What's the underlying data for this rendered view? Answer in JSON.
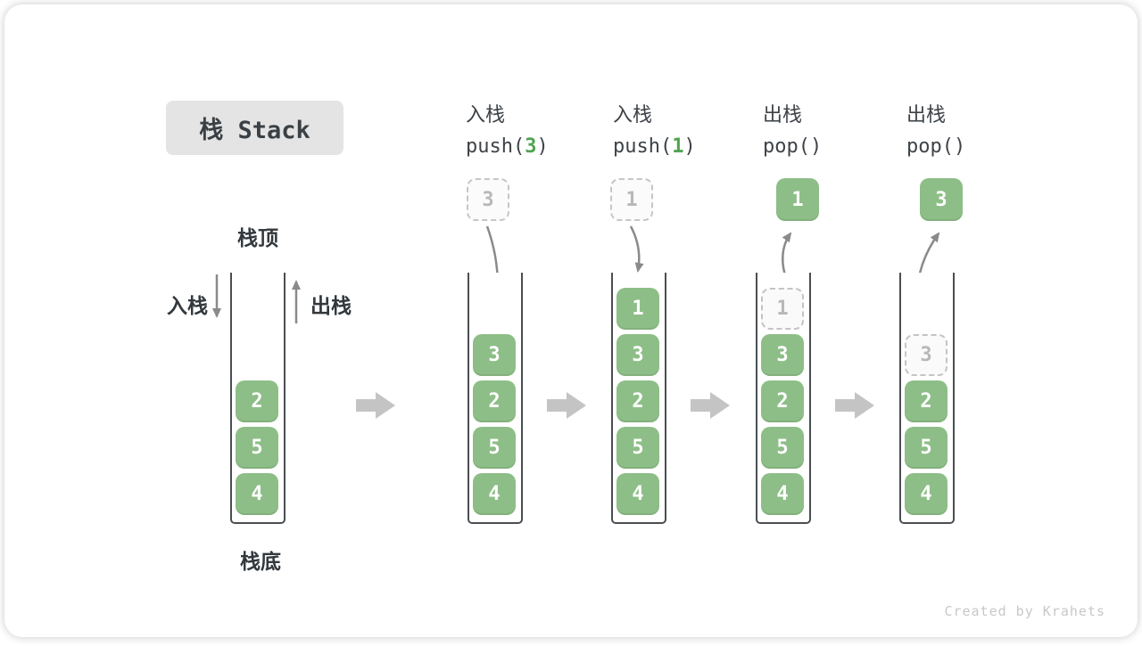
{
  "title": "栈 Stack",
  "footer": "Created by Krahets",
  "labels": {
    "stack_top": "栈顶",
    "stack_bottom": "栈底",
    "push_side": "入栈",
    "pop_side": "出栈"
  },
  "colors": {
    "box_green": "#8dbe87",
    "code_green": "#51a351",
    "title_bg": "#e4e4e4",
    "arrow_gray": "#8a8a8a",
    "flow_arrow_gray": "#c4c4c4"
  },
  "columns": [
    {
      "id": "initial",
      "op": null,
      "floating": null,
      "arrow": null,
      "slots": [
        {
          "row": 2,
          "value": "2",
          "variant": "solid"
        },
        {
          "row": 3,
          "value": "5",
          "variant": "solid"
        },
        {
          "row": 4,
          "value": "4",
          "variant": "solid"
        }
      ]
    },
    {
      "id": "push-3",
      "op": {
        "action": "入栈",
        "code_pre": "push(",
        "code_arg": "3",
        "code_post": ")"
      },
      "floating": {
        "value": "3",
        "variant": "dashed"
      },
      "arrow": "push",
      "slots": [
        {
          "row": 1,
          "value": "3",
          "variant": "solid"
        },
        {
          "row": 2,
          "value": "2",
          "variant": "solid"
        },
        {
          "row": 3,
          "value": "5",
          "variant": "solid"
        },
        {
          "row": 4,
          "value": "4",
          "variant": "solid"
        }
      ]
    },
    {
      "id": "push-1",
      "op": {
        "action": "入栈",
        "code_pre": "push(",
        "code_arg": "1",
        "code_post": ")"
      },
      "floating": {
        "value": "1",
        "variant": "dashed"
      },
      "arrow": "push",
      "slots": [
        {
          "row": 0,
          "value": "1",
          "variant": "solid"
        },
        {
          "row": 1,
          "value": "3",
          "variant": "solid"
        },
        {
          "row": 2,
          "value": "2",
          "variant": "solid"
        },
        {
          "row": 3,
          "value": "5",
          "variant": "solid"
        },
        {
          "row": 4,
          "value": "4",
          "variant": "solid"
        }
      ]
    },
    {
      "id": "pop-1",
      "op": {
        "action": "出栈",
        "code_pre": "pop(",
        "code_arg": "",
        "code_post": ")"
      },
      "floating": {
        "value": "1",
        "variant": "solid"
      },
      "arrow": "pop",
      "slots": [
        {
          "row": 0,
          "value": "1",
          "variant": "dashed"
        },
        {
          "row": 1,
          "value": "3",
          "variant": "solid"
        },
        {
          "row": 2,
          "value": "2",
          "variant": "solid"
        },
        {
          "row": 3,
          "value": "5",
          "variant": "solid"
        },
        {
          "row": 4,
          "value": "4",
          "variant": "solid"
        }
      ]
    },
    {
      "id": "pop-3",
      "op": {
        "action": "出栈",
        "code_pre": "pop(",
        "code_arg": "",
        "code_post": ")"
      },
      "floating": {
        "value": "3",
        "variant": "solid"
      },
      "arrow": "pop",
      "slots": [
        {
          "row": 1,
          "value": "3",
          "variant": "dashed"
        },
        {
          "row": 2,
          "value": "2",
          "variant": "solid"
        },
        {
          "row": 3,
          "value": "5",
          "variant": "solid"
        },
        {
          "row": 4,
          "value": "4",
          "variant": "solid"
        }
      ]
    }
  ]
}
